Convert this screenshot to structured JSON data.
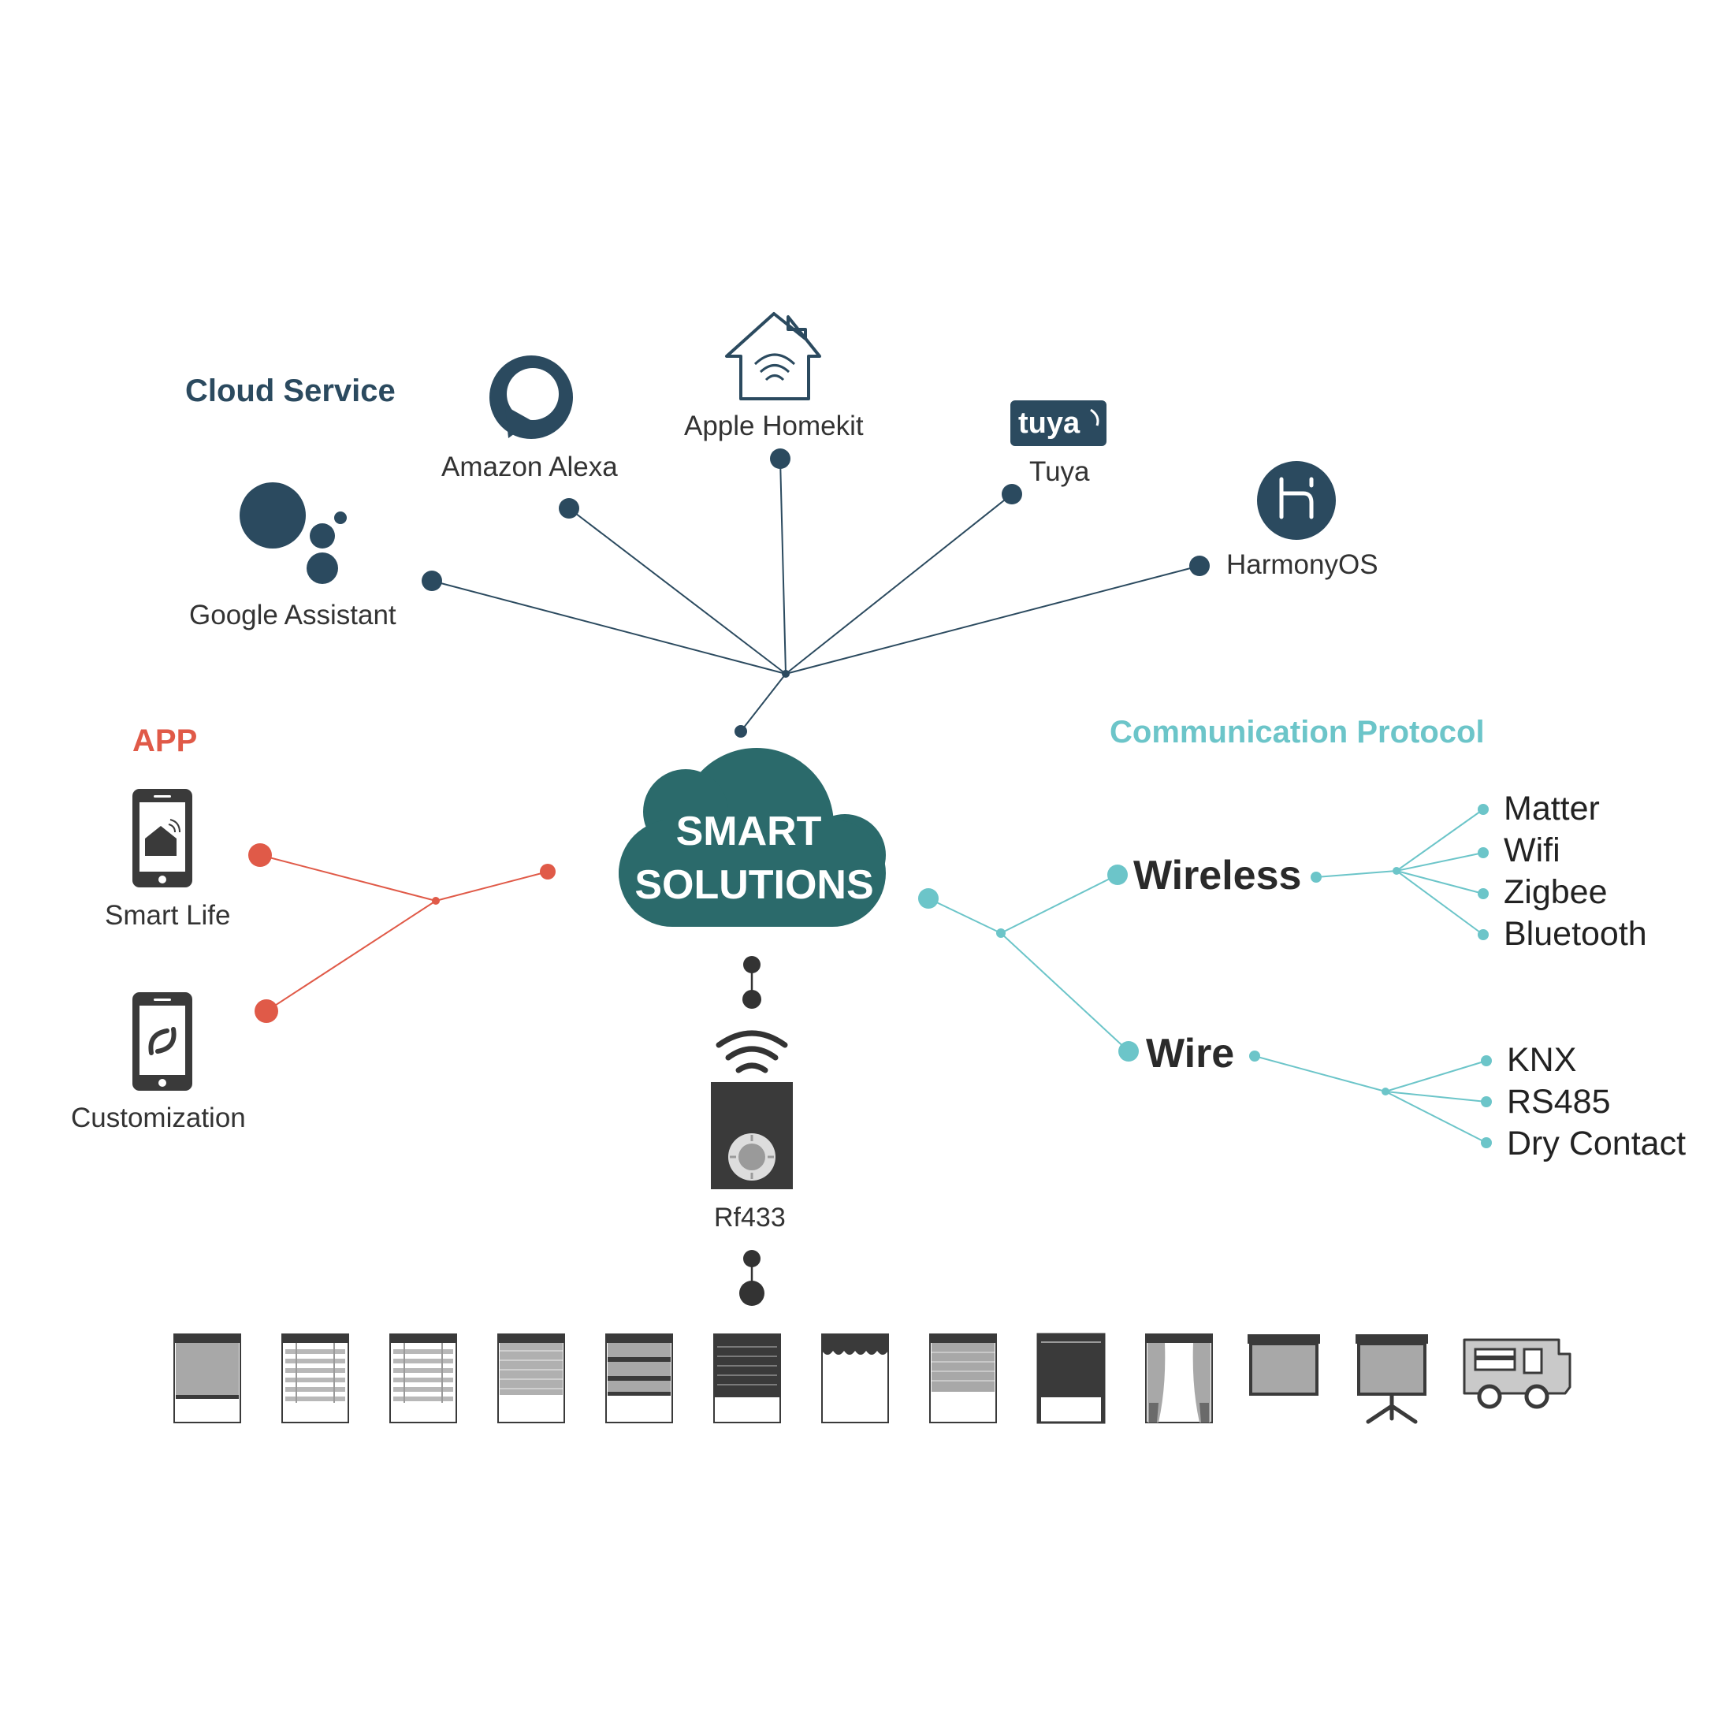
{
  "colors": {
    "navy": "#2b4a5f",
    "teal_cloud": "#2b6a6b",
    "aqua": "#6cc5c9",
    "red": "#e05a48",
    "dark_gray": "#3a3a3a",
    "mid_gray": "#a8a8a8",
    "light_gray": "#c9c9c9"
  },
  "sections": {
    "cloud_service": "Cloud Service",
    "app": "APP",
    "communication_protocol": "Communication Protocol"
  },
  "cloud": {
    "line1": "SMART",
    "line2": "SOLUTIONS"
  },
  "cloud_services": [
    {
      "label": "Google Assistant",
      "icon": "google-assistant-icon"
    },
    {
      "label": "Amazon Alexa",
      "icon": "amazon-alexa-icon"
    },
    {
      "label": "Apple Homekit",
      "icon": "apple-homekit-icon"
    },
    {
      "label": "Tuya",
      "icon": "tuya-logo-icon",
      "logo_text": "tuya"
    },
    {
      "label": "HarmonyOS",
      "icon": "harmonyos-icon"
    }
  ],
  "apps": [
    {
      "label": "Smart Life",
      "icon": "smart-life-phone-icon"
    },
    {
      "label": "Customization",
      "icon": "customization-phone-icon"
    }
  ],
  "protocols": {
    "wireless": {
      "label": "Wireless",
      "items": [
        "Matter",
        "Wifi",
        "Zigbee",
        "Bluetooth"
      ]
    },
    "wire": {
      "label": "Wire",
      "items": [
        "KNX",
        "RS485",
        "Dry Contact"
      ]
    }
  },
  "remote": {
    "label": "Rf433",
    "icon": "rf433-remote-icon"
  },
  "devices": [
    {
      "icon": "roller-blind-icon"
    },
    {
      "icon": "venetian-blind-icon"
    },
    {
      "icon": "venetian-blind-alt-icon"
    },
    {
      "icon": "pleated-shade-icon"
    },
    {
      "icon": "zebra-blind-icon"
    },
    {
      "icon": "roller-shutter-icon"
    },
    {
      "icon": "roman-shade-icon"
    },
    {
      "icon": "honeycomb-shade-icon"
    },
    {
      "icon": "blackout-blind-icon"
    },
    {
      "icon": "curtain-icon"
    },
    {
      "icon": "projector-screen-wall-icon"
    },
    {
      "icon": "projector-screen-tripod-icon"
    },
    {
      "icon": "rv-awning-icon"
    }
  ]
}
